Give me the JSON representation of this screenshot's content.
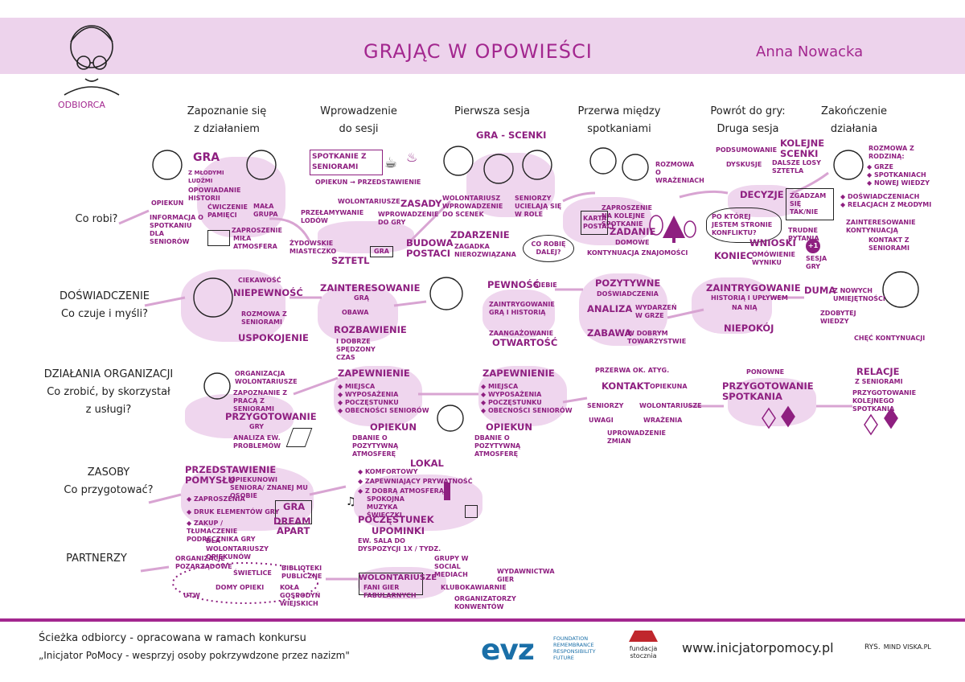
{
  "header": {
    "title": "GRAJĄC W OPOWIEŚCI",
    "author": "Anna Nowacka",
    "persona_label": "ODBIORCA"
  },
  "stages": [
    {
      "l1": "Zapoznanie się",
      "l2": "z działaniem"
    },
    {
      "l1": "Wprowadzenie",
      "l2": "do sesji"
    },
    {
      "l1": "Pierwsza sesja",
      "l2": ""
    },
    {
      "l1": "Przerwa między",
      "l2": "spotkaniami"
    },
    {
      "l1": "Powrót do gry:",
      "l2": "Druga sesja"
    },
    {
      "l1": "Zakończenie",
      "l2": "działania"
    }
  ],
  "rows": {
    "r1": {
      "l1": "Co robi?",
      "l2": ""
    },
    "r2": {
      "l1": "DOŚWIADCZENIE",
      "l2": "Co czuje i myśli?"
    },
    "r3": {
      "l1": "DZIAŁANIA ORGANIZACJI",
      "l2": "Co zrobić, by skorzystał",
      "l3": "z usługi?"
    },
    "r4": {
      "l1": "ZASOBY",
      "l2": "Co przygotować?"
    },
    "r5": {
      "l1": "PARTNERZY",
      "l2": ""
    }
  },
  "doing": {
    "gra": "GRA",
    "gra_sub": "Z MŁODYMI LUDŹMI",
    "opiekun": "OPIEKUN",
    "opowiadanie": "OPOWIADANIE HISTORII",
    "cwiczenie": "ĆWICZENIE PAMIĘCI",
    "mala_grupa": "MAŁA GRUPA",
    "informacja": "INFORMACJA O SPOTKANIU DLA SENIORÓW",
    "zaproszenie": "ZAPROSZENIE",
    "mila_atmosfera": "MIŁA ATMOSFERA",
    "spotkanie": "SPOTKANIE Z SENIORAMI",
    "opiekun_przedst": "OPIEKUN → PRZEDSTAWIENIE",
    "wolontariusze": "WOLONTARIUSZE",
    "przelamywanie": "PRZEŁAMYWANIE LODÓW",
    "zasady": "ZASADY",
    "wprowadzenie_gry": "WPROWADZENIE DO GRY",
    "zydowskie": "ŻYDOWSKIE MIASTECZKO",
    "sztetl": "SZTETL",
    "gra_board": "GRA",
    "budowa": "BUDOWA POSTACI",
    "gra_scenki": "GRA - SCENKI",
    "wolontariusz_wprow": "WOLONTARIUSZ WPROWADZENIE DO SCENEK",
    "seniorzy": "SENIORZY UCIELAJĄ SIĘ W ROLE",
    "zdarzenie": "ZDARZENIE",
    "zagadka": "ZAGADKA NIEROZWIĄZANA",
    "co_robie": "CO ROBIĘ DALEJ?",
    "zaproszenie_kolejne": "ZAPROSZENIE NA KOLEJNE SPOTKANIE",
    "karta": "KARTA POSTACI",
    "rozmowa_wrazenia": "ROZMOWA O WRAŻENIACH",
    "zadanie": "ZADANIE",
    "domowe": "DOMOWE",
    "kontynuacja": "KONTYNUACJA ZNAJOMOŚCI",
    "podsumowanie": "PODSUMOWANIE",
    "dyskusje": "DYSKUSJE",
    "kolejne_scenki": "KOLEJNE SCENKI",
    "dalsze_losy": "DALSZE LOSY SZTETLA",
    "decyzje": "DECYZJE",
    "zgadzam": "ZGADZAM SIĘ TAK/NIE",
    "po_ktorej": "PO KTÓREJ JESTEM STRONIE KONFLIKTU?",
    "trudne": "TRUDNE PYTANIA",
    "wnioski": "WNIOSKI",
    "koniec": "KONIEC",
    "omowienie": "OMÓWIENIE WYNIKU",
    "plus1": "+1",
    "sesja_gry": "SESJA GRY",
    "rozmowa_rodzina": "ROZMOWA Z RODZINĄ:",
    "o_grze": "◆ GRZE",
    "o_spotkaniach": "◆ SPOTKANIACH",
    "o_wiedzy": "◆ NOWEJ WIEDZY",
    "doswiadczeniach": "◆ DOŚWIADCZENIACH",
    "relacjach": "◆ RELACJACH Z MŁODYMI",
    "zainteresowanie_kont": "ZAINTERESOWANIE KONTYNUACJĄ",
    "kontakt_seniorami": "KONTAKT Z SENIORAMI"
  },
  "feel": {
    "ciekawosc": "CIEKAWOŚĆ",
    "niepewnosc": "NIEPEWNOŚĆ",
    "rozmowa_seniorami": "ROZMOWA Z SENIORAMI",
    "uspokojenie": "USPOKOJENIE",
    "zainteresowanie": "ZAINTERESOWANIE",
    "gra": "GRĄ",
    "obawa": "OBAWA",
    "rozbawienie": "ROZBAWIENIE",
    "dobrze_czas": "I DOBRZE SPĘDZONY CZAS",
    "pewnosc": "PEWNOŚĆ",
    "siebie": "SIEBIE",
    "zaintrygowanie1": "ZAINTRYGOWANIE GRĄ I HISTORIĄ",
    "zaangazowanie": "ZAANGAŻOWANIE",
    "otwartosc": "OTWARTOŚĆ",
    "pozytywne": "POZYTYWNE",
    "doswiadczenia": "DOŚWIADCZENIA",
    "analiza": "ANALIZA",
    "wydarzen": "WYDARZEŃ W GRZE",
    "zabawa": "ZABAWA",
    "w_dobrym": "W DOBRYM TOWARZYSTWIE",
    "zaintrygowanie2": "ZAINTRYGOWANIE",
    "historia_upekiem": "HISTORIĄ I UPŁYWEM",
    "na_nia": "NA NIĄ",
    "niepokoj": "NIEPOKÓJ",
    "duma": "DUMA",
    "z_nowych": "Z NOWYCH UMIEJĘTNOŚCI",
    "zdobytej": "ZDOBYTEJ WIEDZY",
    "chec": "CHĘĆ KONTYNUACJI"
  },
  "org": {
    "organizacja": "ORGANIZACJA WOLONTARIUSZE",
    "zapoznanie": "ZAPOZNANIE Z PRACĄ Z SENIORAMI",
    "przygotowanie": "PRZYGOTOWANIE",
    "gry": "GRY",
    "analiza": "ANALIZA EW. PROBLEMÓW",
    "zapewnienie1": "ZAPEWNIENIE",
    "z1_items": [
      "◆ MIEJSCA",
      "◆ WYPOSAŻENIA",
      "◆ POCZĘSTUNKU",
      "◆ OBECNOŚCI SENIORÓW"
    ],
    "opiekun1": "OPIEKUN",
    "dbanie1": "DBANIE O POZYTYWNĄ ATMOSFERĘ",
    "zapewnienie2": "ZAPEWNIENIE",
    "z2_items": [
      "◆ MIEJSCA",
      "◆ WYPOSAŻENIA",
      "◆ POCZĘSTUNKU",
      "◆ OBECNOŚCI SENIORÓW"
    ],
    "opiekun2": "OPIEKUN",
    "dbanie2": "DBANIE O POZYTYWNĄ ATMOSFERĘ",
    "przerwa": "PRZERWA OK. ATYG.",
    "kontakt": "KONTAKT",
    "opiekuna": "OPIEKUNA",
    "seniorzy": "SENIORZY",
    "wolontariusze": "WOLONTARIUSZE",
    "uwagi": "UWAGI",
    "wrazenia": "WRAŻENIA",
    "uprowadzenie": "UPROWADZENIE ZMIAN",
    "ponowne": "PONOWNE",
    "przygotowanie_spotkania": "PRZYGOTOWANIE SPOTKANIA",
    "relacje": "RELACJE",
    "z_seniorami": "Z SENIORAMI",
    "przygotowanie_kolejnego": "PRZYGOTOWANIE KOLEJNEGO SPOTKANIA"
  },
  "resources": {
    "przedstawienie": "PRZEDSTAWIENIE",
    "pomyslu": "POMYSŁU",
    "opiekunowi": "OPIEKUNOWI SENIORA/ ZNANEJ MU OSOBIE",
    "items": [
      "◆ ZAPROSZENIA",
      "◆ DRUK ELEMENTÓW GRY",
      "◆ ZAKUP / TŁUMACZENIE PODRĘCZNIKA GRY"
    ],
    "dla_wolontariuszy": "DLA WOLONTARIUSZY OPIEKUNÓW",
    "gra": "GRA",
    "dream": "DREAM",
    "apart": "APART",
    "lokal": "LOKAL",
    "lokal_items": [
      "◆ KOMFORTOWY",
      "◆ ZAPEWNIAJĄCY PRYWATNOŚĆ",
      "◆ Z DOBRĄ ATMOSFERĄ"
    ],
    "spokojna": "SPOKOJNA MUZYKA ŚWIECZKI",
    "poczestunek": "POCZĘSTUNEK",
    "upominki": "UPOMINKI",
    "sala": "EW. SALA DO DYSPOZYCJI 1X / TYDZ."
  },
  "partners": {
    "organizacje": "ORGANIZACJE POZARZĄDOWE",
    "swietlice": "ŚWIETLICE",
    "biblioteki": "BIBLIOTEKI PUBLICZNE",
    "domy": "DOMY OPIEKI",
    "utw": "UTW",
    "kola": "KOŁA GOSPODYŃ WIEJSKICH",
    "wolontariusze": "WOLONTARIUSZE",
    "fani": "FANI GIER FABULARNYCH",
    "grupy": "GRUPY W SOCIAL MEDIACH",
    "wydawnictwa": "WYDAWNICTWA GIER",
    "klubokawiarnie": "KLUBOKAWIARNIE",
    "organizatorzy": "ORGANIZATORZY KONWENTÓW"
  },
  "footer": {
    "line1": "Ścieżka odbiorcy - opracowana w ramach konkursu",
    "line2": "„Inicjator PoMocy - wesprzyj osoby pokrzywdzone przez nazizm\"",
    "evz": "evz",
    "evz_sub": "FOUNDATION REMEMBRANCE RESPONSIBILITY FUTURE",
    "fundacja": "fundacja stocznia",
    "www": "www.inicjatorpomocy.pl",
    "rys": "RYS.",
    "mindviska": "MIND VISKA.PL"
  }
}
